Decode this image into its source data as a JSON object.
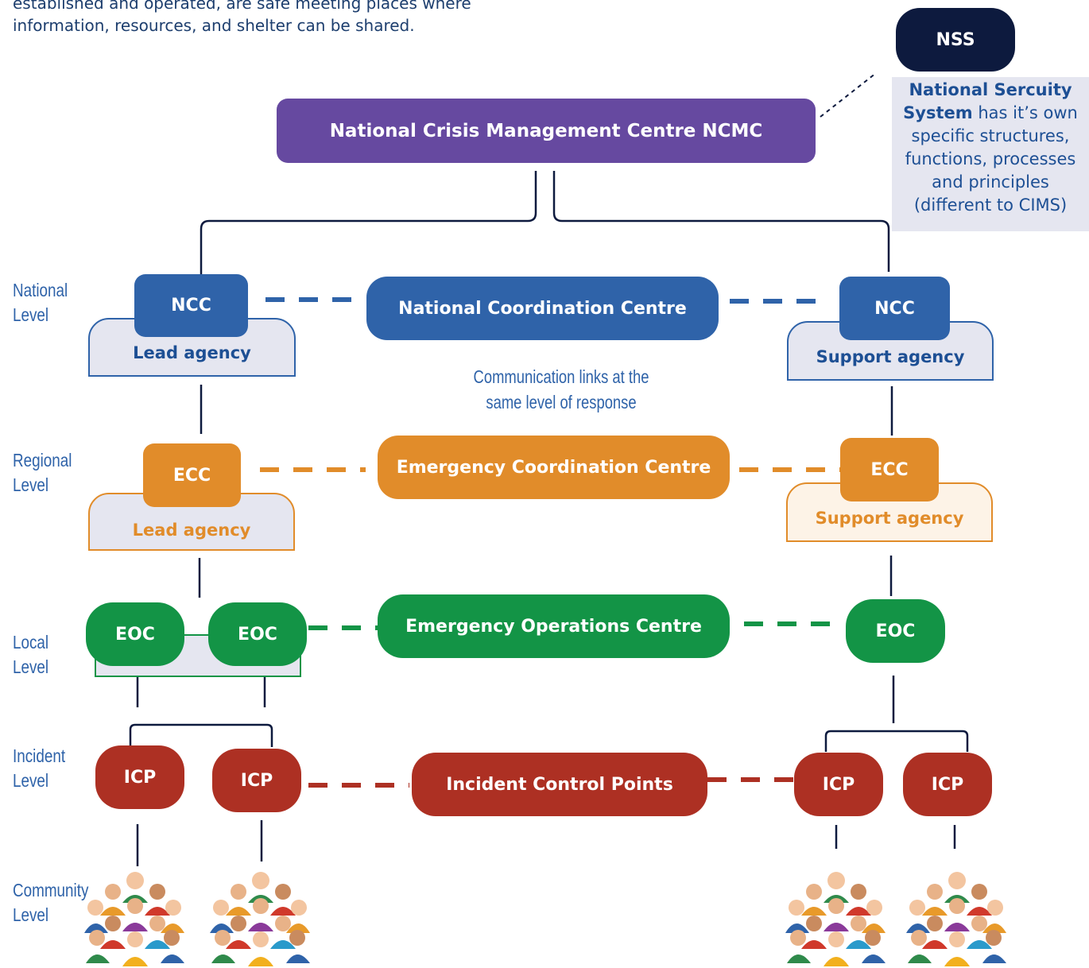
{
  "intro_text": "established and operated, are safe meeting places where information, resources, and shelter can be shared.",
  "colors": {
    "ncmc": "#6649a0",
    "national": "#2f63a9",
    "regional": "#e18c2a",
    "local": "#139446",
    "incident": "#ad3023",
    "nss": "#0d1a3e"
  },
  "levels": [
    {
      "line1": "National",
      "line2": "Level"
    },
    {
      "line1": "Regional",
      "line2": "Level"
    },
    {
      "line1": "Local",
      "line2": "Level"
    },
    {
      "line1": "Incident",
      "line2": "Level"
    },
    {
      "line1": "Community",
      "line2": "Level"
    }
  ],
  "ncmc": "National Crisis Management Centre NCMC",
  "nss": {
    "label": "NSS",
    "note_bold": "National Sercuity System",
    "note_rest": " has it’s own specific structures, functions, processes and principles (different to CIMS)"
  },
  "national": {
    "center": "National Coordination Centre",
    "left": "NCC",
    "right": "NCC",
    "left_agency": "Lead agency",
    "right_agency": "Support agency"
  },
  "communication_note": "Communication links at the same level of response",
  "regional": {
    "center": "Emergency Coordination Centre",
    "left": "ECC",
    "right": "ECC",
    "left_agency": "Lead agency",
    "right_agency": "Support agency"
  },
  "local": {
    "center": "Emergency Operations Centre",
    "left_a": "EOC",
    "left_b": "EOC",
    "right": "EOC"
  },
  "incident": {
    "center": "Incident Control Points",
    "left_a": "ICP",
    "left_b": "ICP",
    "right_a": "ICP",
    "right_b": "ICP"
  },
  "community_icon": "community-group-icon"
}
